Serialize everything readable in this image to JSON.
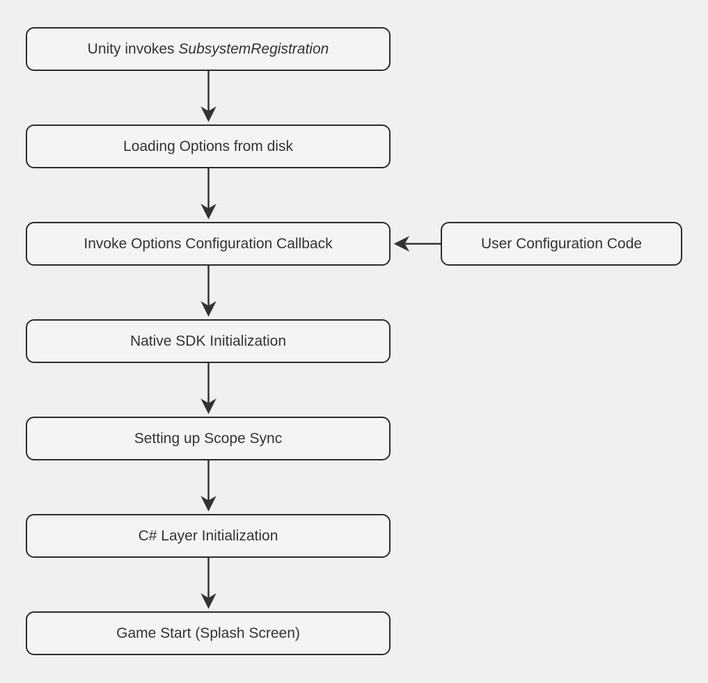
{
  "diagram": {
    "type": "flowchart",
    "colors": {
      "background": "#f0f0ee",
      "node_fill": "#f4f4f2",
      "node_border": "#2b2b2b",
      "arrow": "#333333",
      "text": "#333333"
    },
    "nodes": [
      {
        "id": "unity-invokes-subsystem-registration",
        "label_prefix": "Unity invokes ",
        "label_italic": "SubsystemRegistration"
      },
      {
        "id": "loading-options-from-disk",
        "label": "Loading Options from disk"
      },
      {
        "id": "invoke-options-configuration-callback",
        "label": "Invoke Options Configuration Callback"
      },
      {
        "id": "native-sdk-initialization",
        "label": "Native SDK Initialization"
      },
      {
        "id": "setting-up-scope-sync",
        "label": "Setting up Scope Sync"
      },
      {
        "id": "csharp-layer-initialization",
        "label": "C# Layer Initialization"
      },
      {
        "id": "game-start-splash-screen",
        "label": "Game Start (Splash Screen)"
      }
    ],
    "side_node": {
      "id": "user-configuration-code",
      "label": "User Configuration Code"
    },
    "edges": [
      {
        "from": "unity-invokes-subsystem-registration",
        "to": "loading-options-from-disk"
      },
      {
        "from": "loading-options-from-disk",
        "to": "invoke-options-configuration-callback"
      },
      {
        "from": "invoke-options-configuration-callback",
        "to": "native-sdk-initialization"
      },
      {
        "from": "native-sdk-initialization",
        "to": "setting-up-scope-sync"
      },
      {
        "from": "setting-up-scope-sync",
        "to": "csharp-layer-initialization"
      },
      {
        "from": "csharp-layer-initialization",
        "to": "game-start-splash-screen"
      },
      {
        "from": "user-configuration-code",
        "to": "invoke-options-configuration-callback"
      }
    ]
  }
}
